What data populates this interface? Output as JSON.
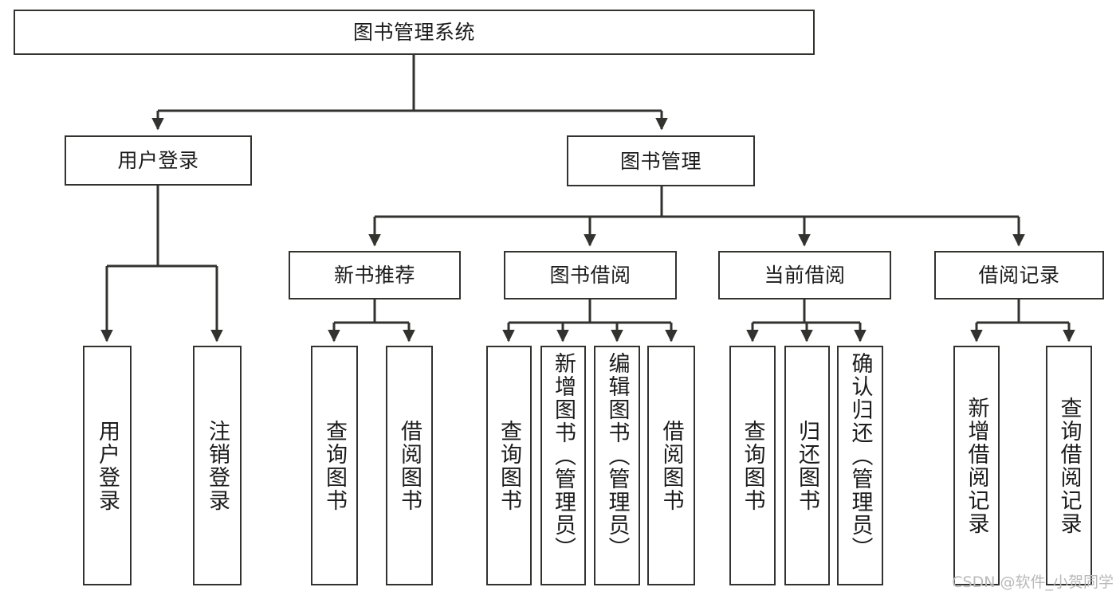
{
  "diagram": {
    "title": "图书管理系统",
    "type": "tree-hierarchy-chart",
    "stroke_color": "#32322f",
    "fill_color": "#ffffff",
    "text_color": "#1b1b1b"
  },
  "watermark": {
    "text": "CSDN @软件_小贺同学",
    "color": "#b9b9b9"
  },
  "nodes": {
    "root": {
      "label": "图书管理系统"
    },
    "level1": [
      {
        "label": "用户登录"
      },
      {
        "label": "图书管理"
      }
    ],
    "level2": [
      {
        "label": "新书推荐"
      },
      {
        "label": "图书借阅"
      },
      {
        "label": "当前借阅"
      },
      {
        "label": "借阅记录"
      }
    ],
    "leaves": {
      "user_login": [
        {
          "label": "用户登录"
        },
        {
          "label": "注销登录"
        }
      ],
      "new_book_recommend": [
        {
          "label": "查询图书"
        },
        {
          "label": "借阅图书"
        }
      ],
      "book_borrow": [
        {
          "label": "查询图书"
        },
        {
          "label": "新增图书（管理员）"
        },
        {
          "label": "编辑图书（管理员）"
        },
        {
          "label": "借阅图书"
        }
      ],
      "current_borrow": [
        {
          "label": "查询图书"
        },
        {
          "label": "归还图书"
        },
        {
          "label": "确认归还（管理员）"
        }
      ],
      "borrow_record": [
        {
          "label": "新增借阅记录"
        },
        {
          "label": "查询借阅记录"
        }
      ]
    }
  }
}
